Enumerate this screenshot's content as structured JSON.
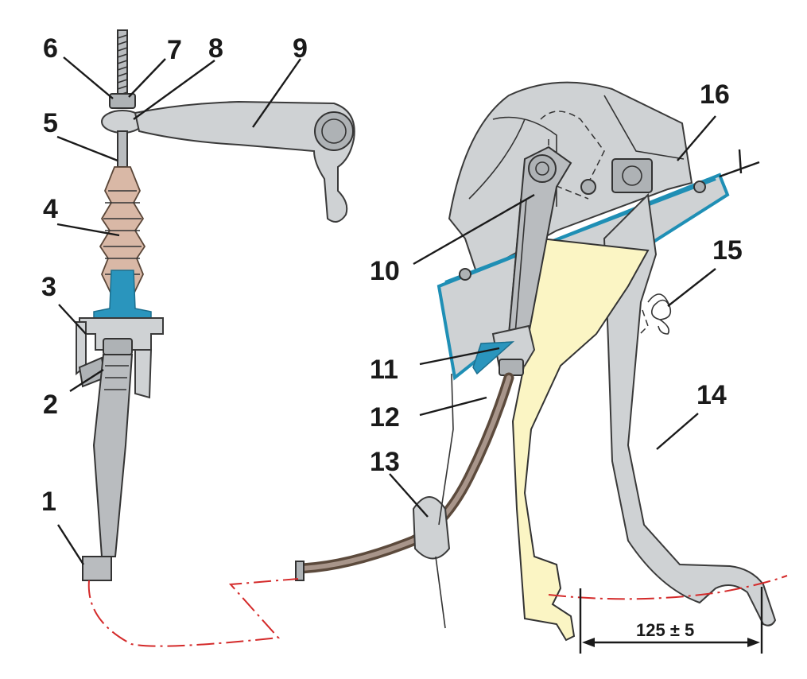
{
  "callouts": [
    {
      "id": "1",
      "text": "1"
    },
    {
      "id": "2",
      "text": "2"
    },
    {
      "id": "3",
      "text": "3"
    },
    {
      "id": "4",
      "text": "4"
    },
    {
      "id": "5",
      "text": "5"
    },
    {
      "id": "6",
      "text": "6"
    },
    {
      "id": "7",
      "text": "7"
    },
    {
      "id": "8",
      "text": "8"
    },
    {
      "id": "9",
      "text": "9"
    },
    {
      "id": "10",
      "text": "10"
    },
    {
      "id": "11",
      "text": "11"
    },
    {
      "id": "12",
      "text": "12"
    },
    {
      "id": "13",
      "text": "13"
    },
    {
      "id": "14",
      "text": "14"
    },
    {
      "id": "15",
      "text": "15"
    },
    {
      "id": "16",
      "text": "16"
    }
  ],
  "dimension": {
    "text": "125 ± 5"
  },
  "colors": {
    "metal": "#cfd2d4",
    "boot": "#d9b8a6",
    "bracket_outline": "#1f8fb5",
    "pedal_highlight": "#fbf5c4",
    "path_line": "#d42a2a",
    "cable": "#5c4a3c"
  }
}
